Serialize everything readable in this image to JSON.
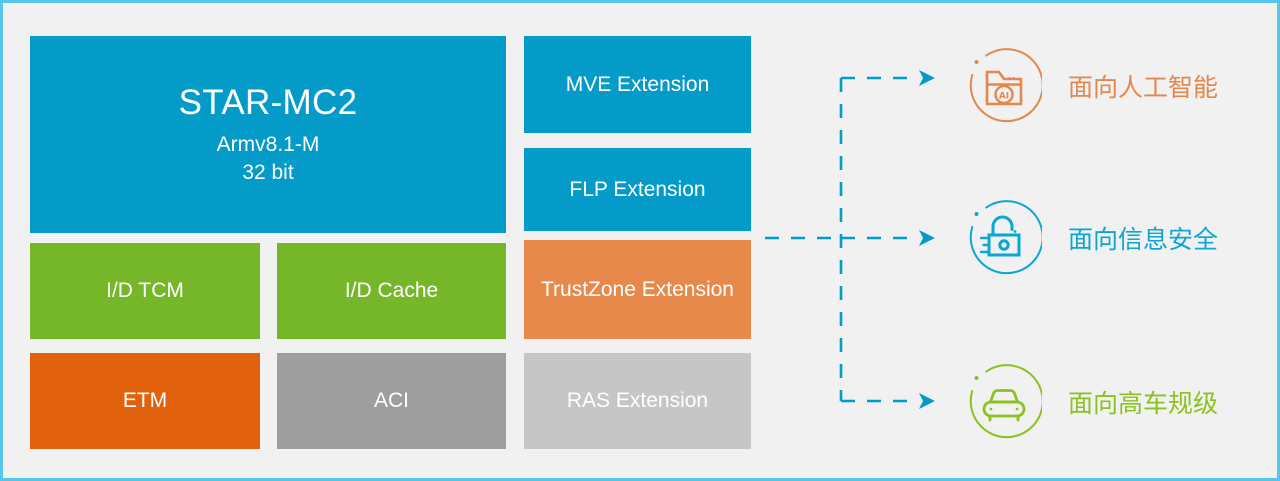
{
  "frame": {
    "background": "#f1f1f1",
    "border_color": "#56c5e8"
  },
  "colors": {
    "blue": "#059bc9",
    "green": "#76b729",
    "orange_light": "#e8894c",
    "orange_dark": "#e2610d",
    "gray": "#9e9e9e",
    "gray_light": "#c6c6c6",
    "connector": "#039cc8"
  },
  "core": {
    "name": "STAR-MC2",
    "architecture": "Armv8.1-M",
    "bits": "32 bit"
  },
  "left_column": {
    "row2": [
      {
        "label": "I/D TCM",
        "color": "#76b729"
      },
      {
        "label": "I/D Cache",
        "color": "#76b729"
      }
    ],
    "row3": [
      {
        "label": "ETM",
        "color": "#e2610d"
      },
      {
        "label": "ACI",
        "color": "#9e9e9e"
      }
    ]
  },
  "extensions": [
    {
      "label": "MVE Extension",
      "color": "#059bc9"
    },
    {
      "label": "FLP Extension",
      "color": "#059bc9"
    },
    {
      "label": "TrustZone Extension",
      "color": "#e8894c"
    },
    {
      "label": "RAS Extension",
      "color": "#c6c6c6"
    }
  ],
  "features": [
    {
      "label": "面向人工智能",
      "color": "#e2884e",
      "icon": "ai-folder-icon"
    },
    {
      "label": "面向信息安全",
      "color": "#0aa7d4",
      "icon": "padlock-icon"
    },
    {
      "label": "面向高车规级",
      "color": "#8cc220",
      "icon": "car-icon"
    }
  ]
}
